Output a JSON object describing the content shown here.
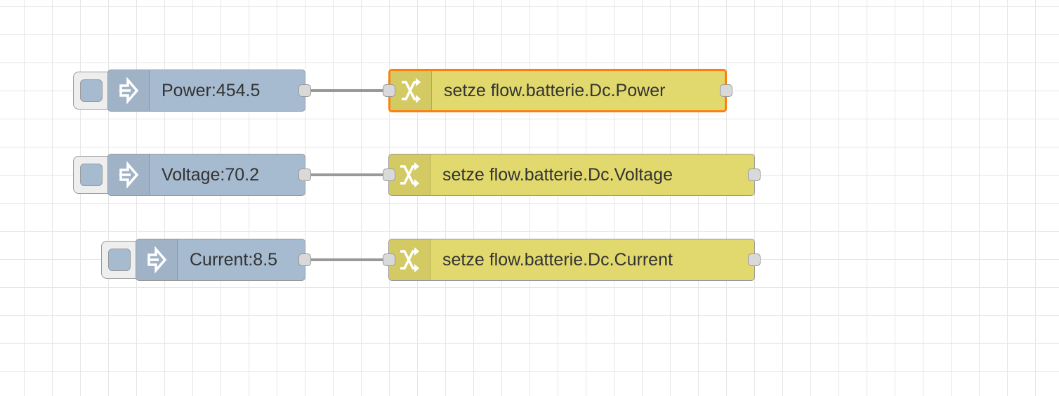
{
  "canvas": {
    "grid_color": "#e6e6e6",
    "background_color": "#ffffff"
  },
  "flow": {
    "link_nodes": [
      {
        "label": "Power:454.5",
        "icon": "arrow-in-icon",
        "color": "#a6bbcf"
      },
      {
        "label": "Voltage:70.2",
        "icon": "arrow-in-icon",
        "color": "#a6bbcf"
      },
      {
        "label": "Current:8.5",
        "icon": "arrow-in-icon",
        "color": "#a6bbcf"
      }
    ],
    "change_nodes": [
      {
        "label": "setze flow.batterie.Dc.Power",
        "icon": "shuffle-icon",
        "color": "#e2d96e",
        "selected": true,
        "selection_color": "#ff7f0e"
      },
      {
        "label": "setze flow.batterie.Dc.Voltage",
        "icon": "shuffle-icon",
        "color": "#e2d96e",
        "selected": false
      },
      {
        "label": "setze flow.batterie.Dc.Current",
        "icon": "shuffle-icon",
        "color": "#e2d96e",
        "selected": false
      }
    ]
  }
}
